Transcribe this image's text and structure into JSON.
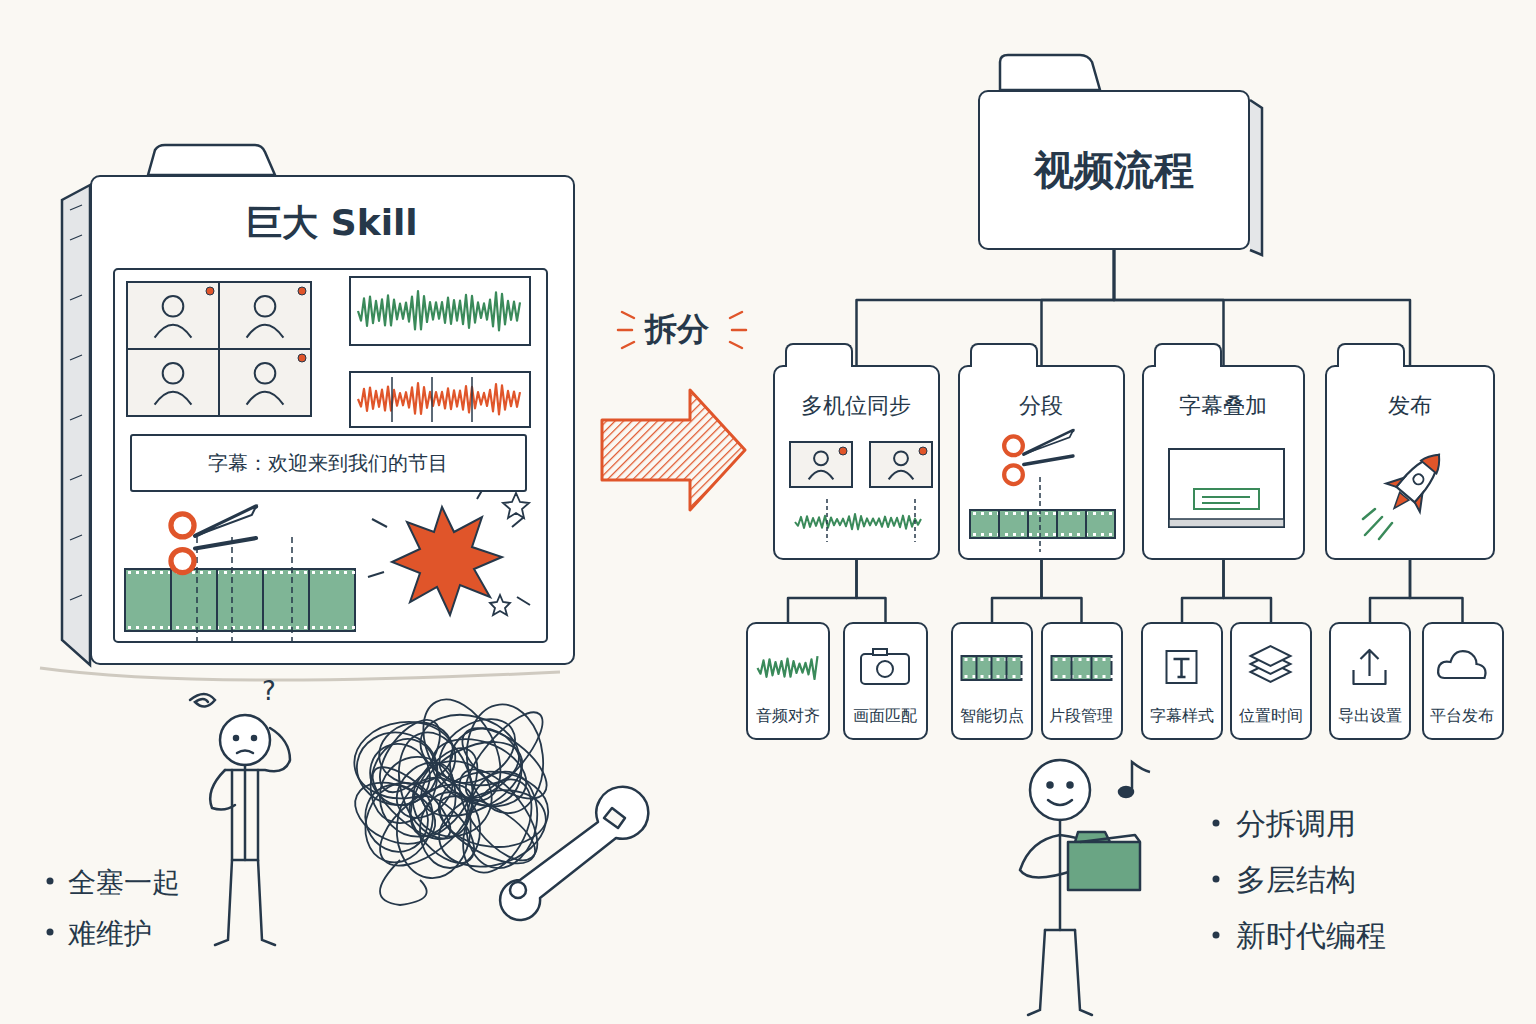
{
  "diagram": {
    "nodes": [
      {
        "text": [
          "巨大 Skill"
        ]
      },
      {
        "text": [
          "字幕：欢迎来到我们的节目"
        ],
        "in": 0
      },
      {
        "text": [
          "视频流程"
        ]
      },
      {
        "text": [
          "多机位同步"
        ]
      },
      {
        "text": [
          "分段"
        ]
      },
      {
        "text": [
          "字幕叠加"
        ]
      },
      {
        "text": [
          "发布"
        ]
      },
      {
        "text": [
          "音频对齐"
        ]
      },
      {
        "text": [
          "画面匹配"
        ]
      },
      {
        "text": [
          "智能切点"
        ]
      },
      {
        "text": [
          "片段管理"
        ]
      },
      {
        "text": [
          "字幕样式"
        ]
      },
      {
        "text": [
          "位置时间"
        ]
      },
      {
        "text": [
          "导出设置"
        ]
      },
      {
        "text": [
          "平台发布"
        ]
      }
    ],
    "edges": [
      {
        "from": 2,
        "to": 3,
        "arrow": "none"
      },
      {
        "from": 2,
        "to": 4,
        "arrow": "none"
      },
      {
        "from": 2,
        "to": 5,
        "arrow": "none"
      },
      {
        "from": 2,
        "to": 6,
        "arrow": "none"
      },
      {
        "from": 3,
        "to": 7,
        "arrow": "none"
      },
      {
        "from": 3,
        "to": 8,
        "arrow": "none"
      },
      {
        "from": 4,
        "to": 9,
        "arrow": "none"
      },
      {
        "from": 4,
        "to": 10,
        "arrow": "none"
      },
      {
        "from": 5,
        "to": 11,
        "arrow": "none"
      },
      {
        "from": 5,
        "to": 12,
        "arrow": "none"
      },
      {
        "from": 6,
        "to": 13,
        "arrow": "none"
      },
      {
        "from": 6,
        "to": 14,
        "arrow": "none"
      }
    ],
    "labels": [
      "拆分",
      "?",
      "全塞一起",
      "难维护",
      "分拆调用",
      "多层结构",
      "新时代编程"
    ]
  }
}
